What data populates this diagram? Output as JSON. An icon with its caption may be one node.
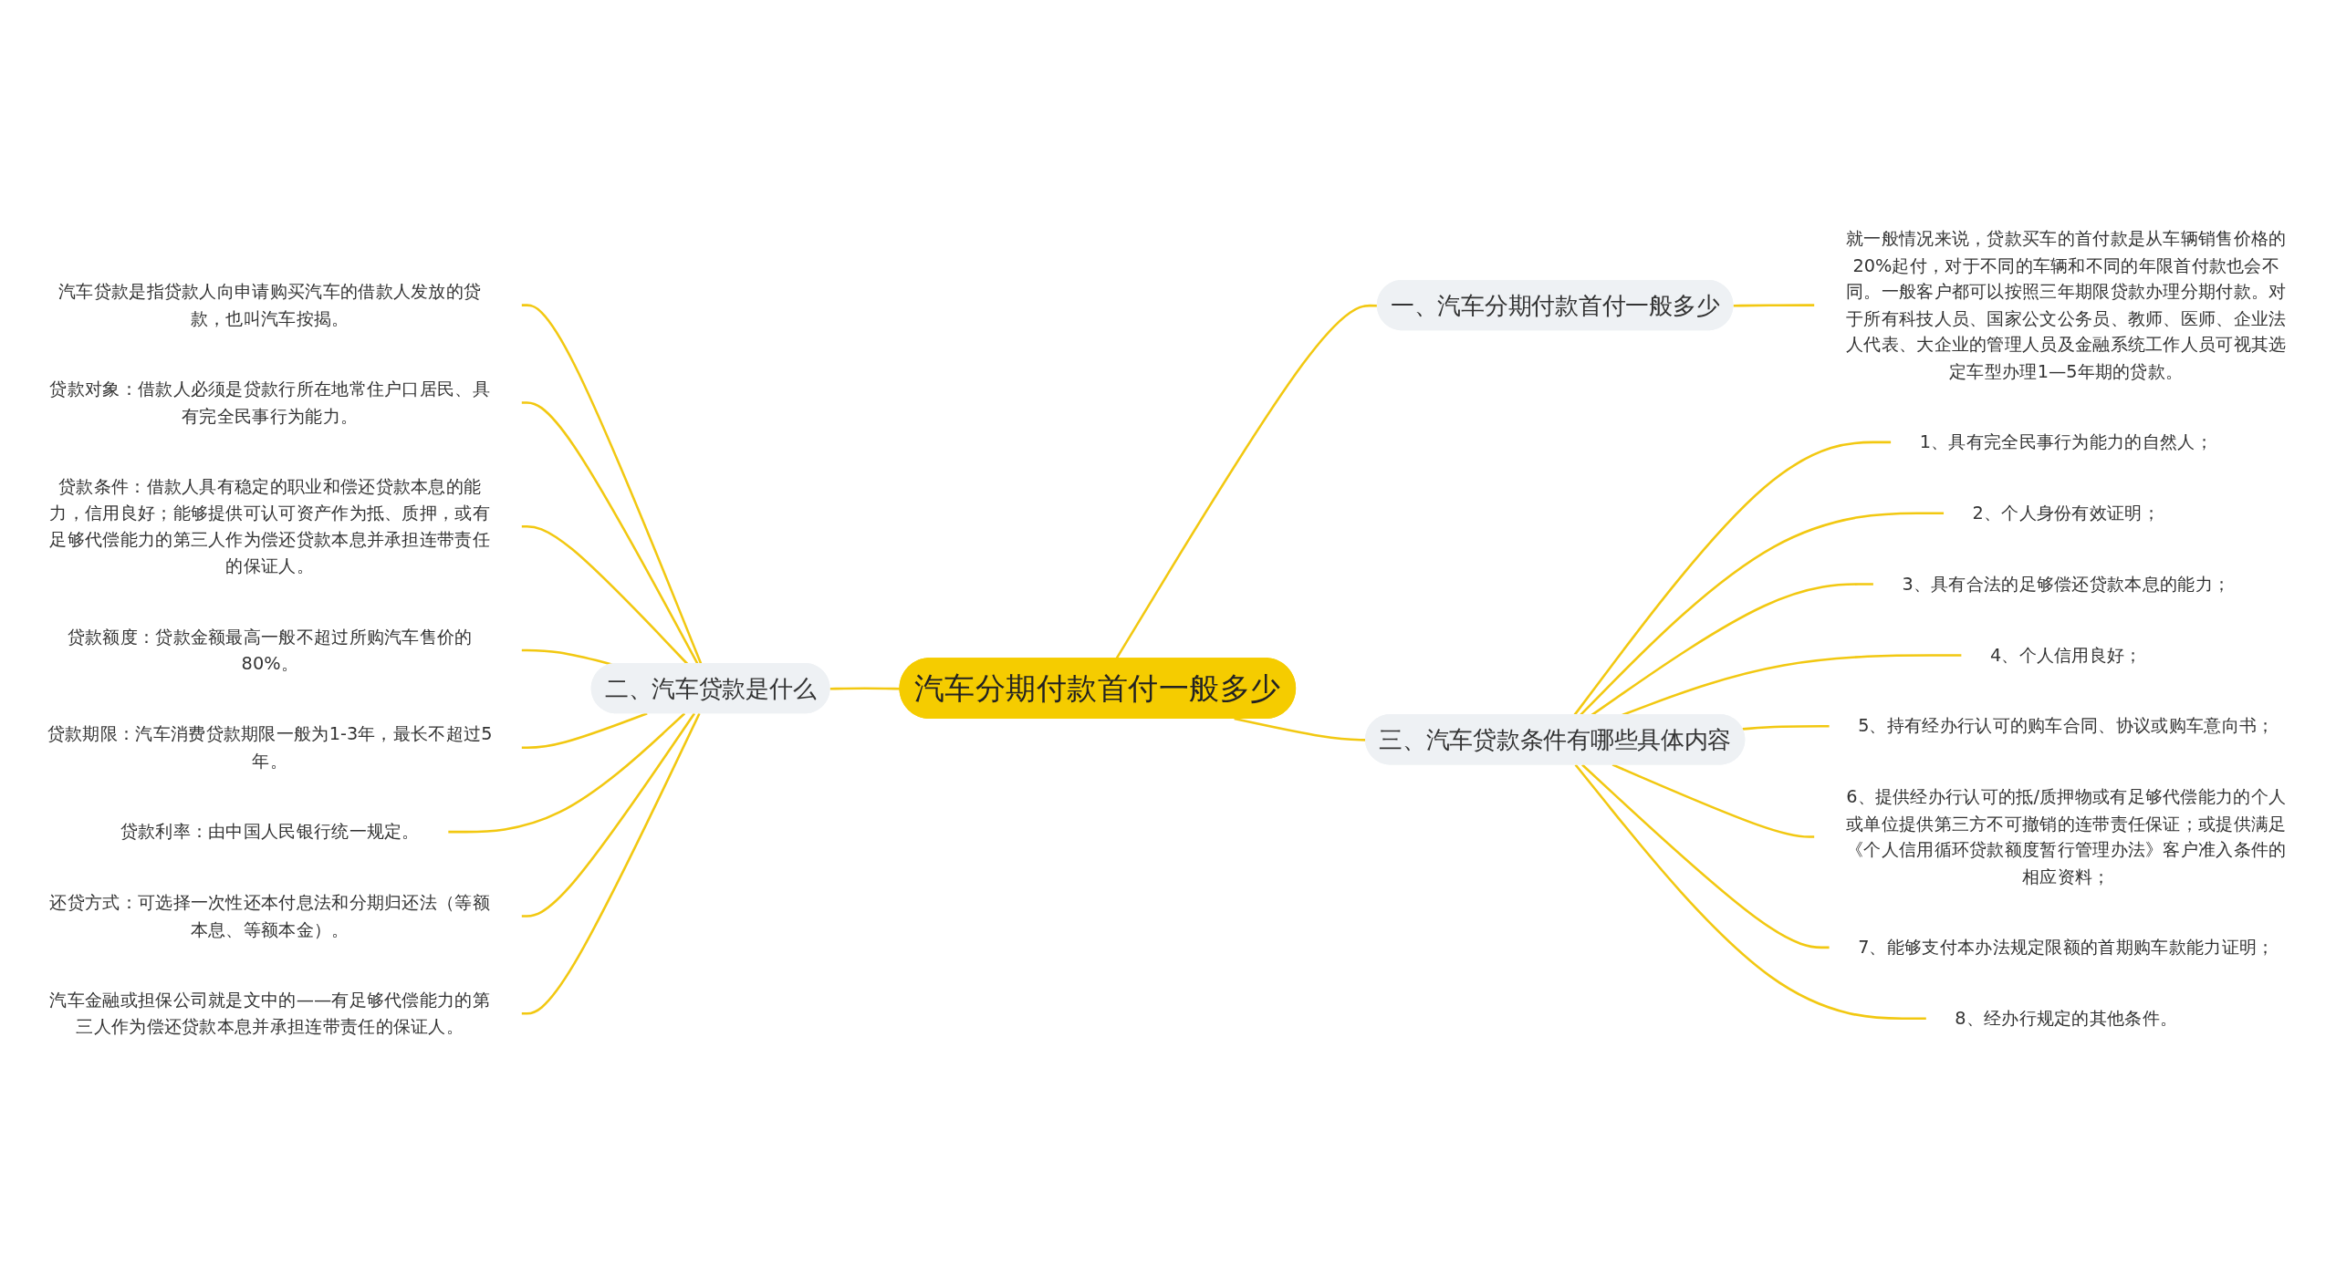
{
  "diagram": {
    "nodes": [
      {
        "text": [
          "汽车分期付款首付一般多少"
        ]
      },
      {
        "text": [
          "一、汽车分期付款首付一般多少"
        ]
      },
      {
        "text": [
          "就一般情况来说，贷款买车的首付款是从车辆销售价格的20%起付，对于不同的车辆和不同的年限首付款也会不同。一般客户都可以按照三年期限贷款办理分期付款。对于所有科技人员、国家公文公务员、教师、医师、企业法人代表、大企业的管理人员及金融系统工作人员可视其选定车型办理1—5年期的贷款。"
        ]
      },
      {
        "text": [
          "二、汽车贷款是什么"
        ]
      },
      {
        "text": [
          "汽车贷款是指贷款人向申请购买汽车的借款人发放的贷款，也叫汽车按揭。"
        ]
      },
      {
        "text": [
          "贷款对象：借款人必须是贷款行所在地常住户口居民、具有完全民事行为能力。"
        ]
      },
      {
        "text": [
          "贷款条件：借款人具有稳定的职业和偿还贷款本息的能力，信用良好；能够提供可认可资产作为抵、质押，或有足够代偿能力的第三人作为偿还贷款本息并承担连带责任的保证人。"
        ]
      },
      {
        "text": [
          "贷款额度：贷款金额最高一般不超过所购汽车售价的80%。"
        ]
      },
      {
        "text": [
          "贷款期限：汽车消费贷款期限一般为1-3年，最长不超过5年。"
        ]
      },
      {
        "text": [
          "贷款利率：由中国人民银行统一规定。"
        ]
      },
      {
        "text": [
          "还贷方式：可选择一次性还本付息法和分期归还法（等额本息、等额本金）。"
        ]
      },
      {
        "text": [
          "汽车金融或担保公司就是文中的——有足够代偿能力的第三人作为偿还贷款本息并承担连带责任的保证人。"
        ]
      },
      {
        "text": [
          "三、汽车贷款条件有哪些具体内容"
        ]
      },
      {
        "text": [
          "1、具有完全民事行为能力的自然人；"
        ]
      },
      {
        "text": [
          "2、个人身份有效证明；"
        ]
      },
      {
        "text": [
          "3、具有合法的足够偿还贷款本息的能力；"
        ]
      },
      {
        "text": [
          "4、个人信用良好；"
        ]
      },
      {
        "text": [
          "5、持有经办行认可的购车合同、协议或购车意向书；"
        ]
      },
      {
        "text": [
          "6、提供经办行认可的抵/质押物或有足够代偿能力的个人或单位提供第三方不可撤销的连带责任保证；或提供满足《个人信用循环贷款额度暂行管理办法》客户准入条件的相应资料；"
        ]
      },
      {
        "text": [
          "7、能够支付本办法规定限额的首期购车款能力证明；"
        ]
      },
      {
        "text": [
          "8、经办行规定的其他条件。"
        ]
      }
    ],
    "edges": [
      {
        "from": 0,
        "to": 1,
        "arrow": "none"
      },
      {
        "from": 1,
        "to": 2,
        "arrow": "none"
      },
      {
        "from": 0,
        "to": 3,
        "arrow": "none"
      },
      {
        "from": 3,
        "to": 4,
        "arrow": "none"
      },
      {
        "from": 3,
        "to": 5,
        "arrow": "none"
      },
      {
        "from": 3,
        "to": 6,
        "arrow": "none"
      },
      {
        "from": 3,
        "to": 7,
        "arrow": "none"
      },
      {
        "from": 3,
        "to": 8,
        "arrow": "none"
      },
      {
        "from": 3,
        "to": 9,
        "arrow": "none"
      },
      {
        "from": 3,
        "to": 10,
        "arrow": "none"
      },
      {
        "from": 3,
        "to": 11,
        "arrow": "none"
      },
      {
        "from": 0,
        "to": 12,
        "arrow": "none"
      },
      {
        "from": 12,
        "to": 13,
        "arrow": "none"
      },
      {
        "from": 12,
        "to": 14,
        "arrow": "none"
      },
      {
        "from": 12,
        "to": 15,
        "arrow": "none"
      },
      {
        "from": 12,
        "to": 16,
        "arrow": "none"
      },
      {
        "from": 12,
        "to": 17,
        "arrow": "none"
      },
      {
        "from": 12,
        "to": 18,
        "arrow": "none"
      },
      {
        "from": 12,
        "to": 19,
        "arrow": "none"
      },
      {
        "from": 12,
        "to": 20,
        "arrow": "none"
      }
    ]
  }
}
